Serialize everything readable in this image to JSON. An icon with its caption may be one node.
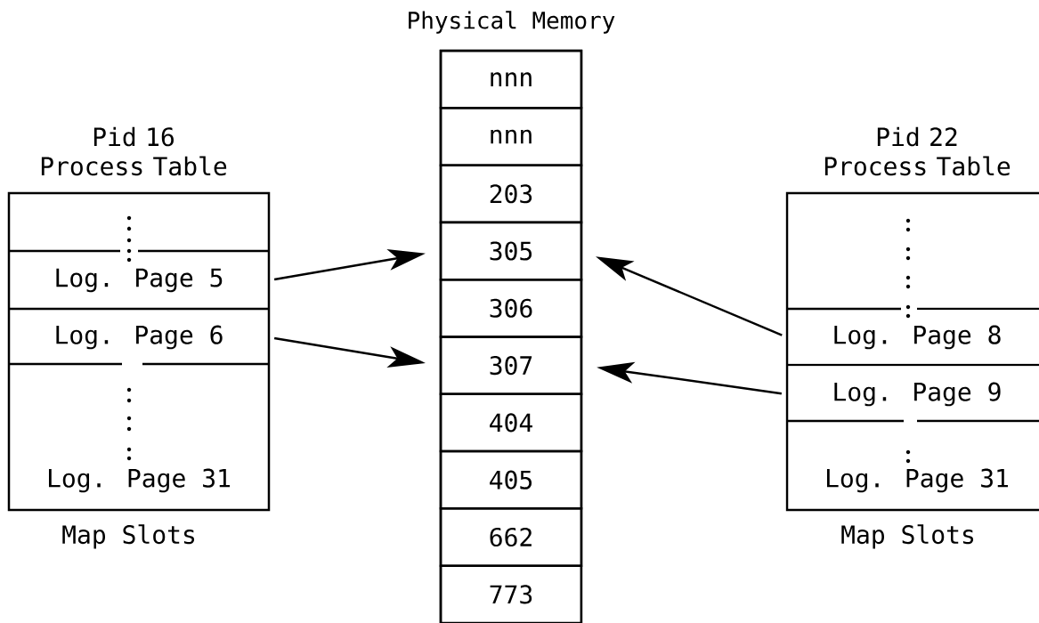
{
  "diagram": {
    "nodes": [
      {
        "text": [
          "Pid 16 Process Table"
        ],
        "beside": [
          "Map Slots"
        ]
      },
      {
        "text": [
          "Log. Page 5"
        ],
        "in": 0
      },
      {
        "text": [
          "Log. Page 6"
        ],
        "in": 0
      },
      {
        "text": [
          "Log. Page 31"
        ],
        "in": 0
      },
      {
        "text": [
          "Physical Memory"
        ]
      },
      {
        "text": [
          "nnn"
        ],
        "in": 4
      },
      {
        "text": [
          "nnn"
        ],
        "in": 4
      },
      {
        "text": [
          "203"
        ],
        "in": 4
      },
      {
        "text": [
          "305"
        ],
        "in": 4
      },
      {
        "text": [
          "306"
        ],
        "in": 4
      },
      {
        "text": [
          "307"
        ],
        "in": 4
      },
      {
        "text": [
          "404"
        ],
        "in": 4
      },
      {
        "text": [
          "405"
        ],
        "in": 4
      },
      {
        "text": [
          "662"
        ],
        "in": 4
      },
      {
        "text": [
          "773"
        ],
        "in": 4
      },
      {
        "text": [
          "Pid 22 Process Table"
        ],
        "beside": [
          "Map Slots"
        ]
      },
      {
        "text": [
          "Log. Page 8"
        ],
        "in": 15
      },
      {
        "text": [
          "Log. Page 9"
        ],
        "in": 15
      },
      {
        "text": [
          "Log. Page 31"
        ],
        "in": 15
      }
    ],
    "edges": [
      {
        "from": 1,
        "to": 8,
        "arrow": "to"
      },
      {
        "from": 2,
        "to": 10,
        "arrow": "to"
      },
      {
        "from": 16,
        "to": 8,
        "arrow": "to"
      },
      {
        "from": 17,
        "to": 10,
        "arrow": "to"
      }
    ]
  }
}
